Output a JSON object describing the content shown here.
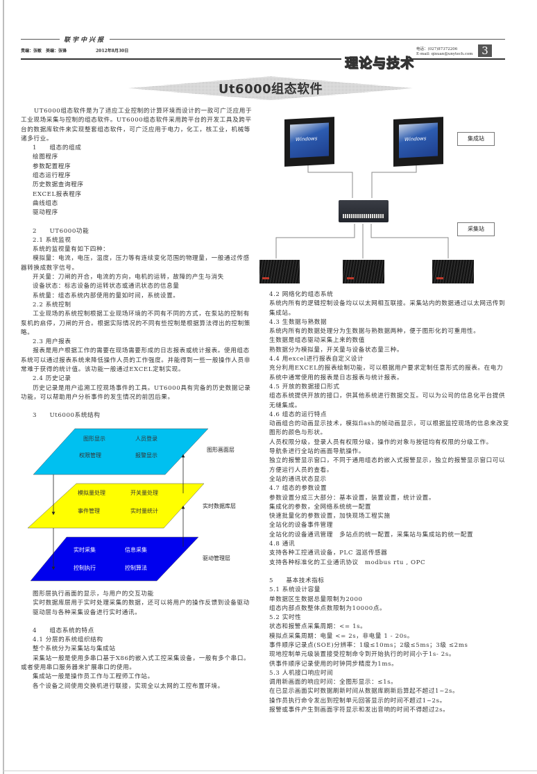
{
  "masthead": {
    "paper_name": "联宇中兴报",
    "editors": "责编：张敏　美编：张锋",
    "date": "2012年8月30日",
    "section": "理论与技术",
    "phone": "电话：(027)87372206",
    "email": "E-mail: qixuan@unytech.com",
    "page_number": "3"
  },
  "article": {
    "title": "Ut6000组态软件",
    "left_column": {
      "intro": "UT6000组态软件是为了适应工业控制的计算环境而设计的一款可广泛应用于工业现场采集与控制的组态软件。UT6000组态软件采用跨平台的开发工具及跨平台的数据库软件来实现整套组态软件，可广泛应用于电力，化工，核工业，机械等诸多行业。",
      "s1_heading": "1　　组态的组成",
      "s1_items": [
        "绘图程序",
        "参数配置程序",
        "组态运行程序",
        "历史数据查询程序",
        "EXCEL报表程序",
        "曲线组态",
        "驱动程序"
      ],
      "s2_heading": "2　　UT6000功能",
      "s2_1_heading": "2.1 系统监视",
      "s2_1_lines": [
        "系统的监视量有如下四种：",
        "模拟量：电流，电压，温度，压力等有连续变化范围的物理量，一般通过传感器转换成数字信号。",
        "开关量：刀闸的开合，电流的方向，电机的运转，故障的产生与消失",
        "设备状态：标志设备的运转状态或通讯状态的信息量",
        "系统量：组态系统内部使用的量如时间，系统设置。"
      ],
      "s2_2_heading": "2.2 系统控制",
      "s2_2_text": "工业现场的系统控制根据工业现场环境的不同有不同的方式，在泵站的控制有泵机的启停，刀闸的开合。根据实际情况的不同有些控制是根据算法得出的控制策略。",
      "s2_3_heading": "2.3 用户报表",
      "s2_3_text": "报表是用户根据工作的需要在现场需要形成的日志报表或统计报表。使用组态系统可以通过报表系统来降低操作人员的工作强度。并能得到一些一般操作人员非常难于获得的统计值。该功能一般通过EXCEL定制实现。",
      "s2_4_heading": "2.4 历史记录",
      "s2_4_text": "历史记录是用户追溯工控现场事件的工具。UT6000具有完备的历史数据记录功能，可以帮助用户分析事件的发生情况的前因后果。",
      "s3_heading": "3　　Ut6000系统结构",
      "s3_lines": [
        "图形层执行画面的显示，与用户的交互功能",
        "实时数据库层用于实时处理采集的数据，还可以将用户的操作反馈到设备驱动",
        "驱动层与各种采集设备进行实时通讯。"
      ],
      "s4_heading": "4　　组态系统的特点",
      "s4_1_heading": "4.1 分层的系统组织结构",
      "s4_1_lines": [
        "整个系统分为采集站与集成站",
        "采集站一般是使用多串口基于X86的嵌入式工控采集设备，一般有多个串口。或者使用串口服务器来扩展串口的使用。",
        "集成站一般是操作员工作与工程师工作站。",
        "各个设备之间使用交换机进行联接，实现全以太网的工控布置环境。"
      ]
    },
    "layer_diagram": {
      "layers": [
        {
          "name": "图形画面层",
          "color": "#00c0f0",
          "cells": [
            "图形显示",
            "人员登录",
            "权限管理",
            "报警显示"
          ],
          "text_color": "#222222"
        },
        {
          "name": "实时数据库层",
          "color": "#ffff00",
          "cells": [
            "模拟量处理",
            "开关量处理",
            "事件管理",
            "实时量统计"
          ],
          "text_color": "#222222"
        },
        {
          "name": "驱动管理层",
          "color": "#0000ee",
          "cells": [
            "实时采集",
            "信息采集",
            "控制执行",
            "控制算法"
          ],
          "text_color": "#ffffff"
        }
      ]
    },
    "network_diagram": {
      "integration_station_label": "集成站",
      "collection_station_label": "采集站",
      "monitor_screen_text": "Windows"
    },
    "right_column": {
      "s4_2_heading": "4.2 网络化的组态系统",
      "s4_2_text": "系统内所有的逻辑控制设备均以以太网相互联接。采集站内的数据通过以太网迅传到集成站。",
      "s4_3_heading": "4.3 生数据与熟数据",
      "s4_3_lines": [
        "系统内所有的数据处理分为生数据与熟数据两种，便于图形化的可重用性。",
        "生数据是组态驱动采集上来的数值",
        "熟数据分为模拟量，开关量与设备状态量三种。"
      ],
      "s4_4_heading": "4.4 用excel进行报表自定义设计",
      "s4_4_text": "充分利用EXCEL的报表绘制功能，可以根据用户要求定制任意形式的报表。在电力系统中通常使用的报表是日志报表与统计报表。",
      "s4_5_heading": "4.5 开放的数据接口形式",
      "s4_5_text": "组态系统提供开放的接口，供其他系统进行数据交互。可以为公司的信息化平台提供无缝集成。",
      "s4_6_heading": "4.6 组态的运行特点",
      "s4_6_lines": [
        "动画组合的动画显示技术，模拟flash的帧动画显示，可以根据监控现场的信息来改变图形的颜色与形状。",
        "人员权限分级，登录人员有权限分级，操作的对象与按钮均有权限的分级工作。",
        "导航条进行全站的画面导航操作。",
        "独立的报警显示窗口，不同于通用组态的嵌入式报警显示，独立的报警显示窗口可以方便运行人员的查看。",
        "全站的通讯状态显示"
      ],
      "s4_7_heading": "4.7 组态的参数设置",
      "s4_7_lines": [
        "参数设置分成三大部分：基本设置，装置设置，统计设置。",
        "集成化的参数，全网络系统统一配置",
        "快速批量化的参数设置，加快现场工程实施",
        "全站化的设备事件管理",
        "全站化的设备通讯管理　多站点的统一配置，采集站与集成站的统一配置"
      ],
      "s4_8_heading": "4.8 通讯",
      "s4_8_lines": [
        "支持各种工控通讯设备，PLC 温巡传感器",
        "支持各种标准化的工业通讯协议　modbus rtu , OPC"
      ],
      "s5_heading": "5　　基本技术指标",
      "s5_1_heading": "5.1 系统设计容量",
      "s5_1_lines": [
        "单数据区生数据总量限制为2000",
        "组态内部点数整体点数限制为10000点。"
      ],
      "s5_2_heading": "5.2 实时性",
      "s5_2_lines": [
        "状态和报警点采集周期：<= 1s。",
        "模拟点采集周期：电量 <= 2s，非电量 1 - 20s。",
        "事件顺序记录点(SOE)分辨率：1级≤10ms；2级≤5ms；3级 ≤2ms",
        "现地控制单元级装置接受控制命令到开始执行的时间小于1s- 2s。",
        "供事件顺序记录使用的时钟同步精度为1ms。"
      ],
      "s5_3_heading": "5.3 人机接口响应时间",
      "s5_3_lines": [
        "调用新画面的响应时间：全图形显示：≤1s。",
        "在已显示画面实时数据刷新时间从数据库刷新后算起不超过1~2s。",
        "操作员执行命令发出到控制单元回答显示的时间不超过1~2s。",
        "报警或事件产生到画面字符显示和发出音响的时间不得超过2s。"
      ]
    }
  }
}
